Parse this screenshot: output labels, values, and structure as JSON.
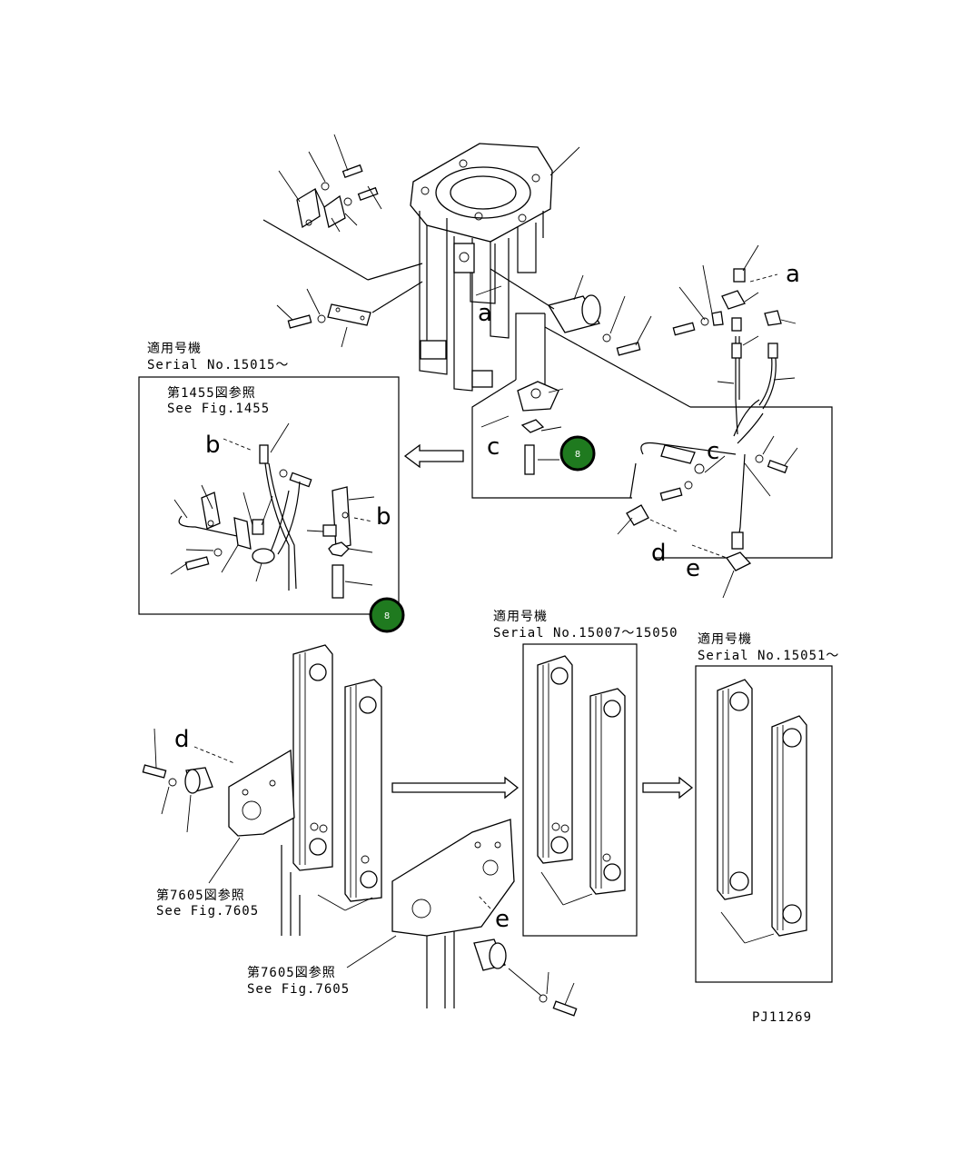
{
  "serial_labels": {
    "a_jp": "適用号機",
    "a_en": "Serial No.15015～",
    "b_jp": "適用号機",
    "b_en": "Serial No.15007～15050",
    "c_jp": "適用号機",
    "c_en": "Serial No.15051～"
  },
  "references": {
    "fig1455_jp": "第1455図参照",
    "fig1455_en": "See Fig.1455",
    "fig7605a_jp": "第7605図参照",
    "fig7605a_en": "See Fig.7605",
    "fig7605b_jp": "第7605図参照",
    "fig7605b_en": "See Fig.7605"
  },
  "callouts": {
    "a1": "a",
    "a2": "a",
    "b1": "b",
    "b2": "b",
    "c1": "c",
    "c2": "c",
    "d1": "d",
    "d2": "d",
    "e1": "e",
    "e2": "e"
  },
  "badges": {
    "badge1": "8",
    "badge2": "8"
  },
  "drawing_number": "PJ11269",
  "colors": {
    "badge_fill": "#1f7a1f",
    "line": "#000000",
    "background": "#ffffff"
  }
}
